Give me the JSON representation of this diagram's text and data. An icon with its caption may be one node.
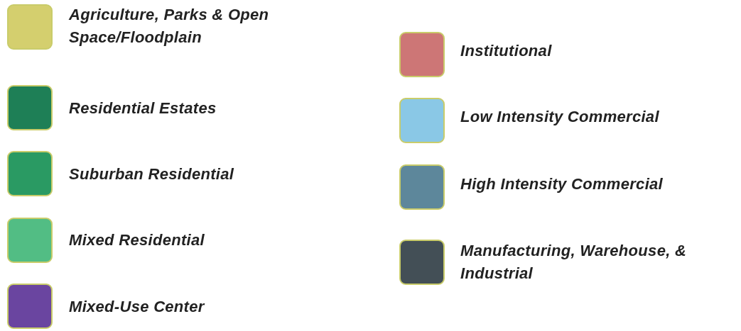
{
  "diagram": {
    "legend": [
      {
        "text": "Agriculture, Parks & Open Space/Floodplain",
        "color": "#d4cf6e"
      },
      {
        "text": "Residential Estates",
        "color": "#1e7f56"
      },
      {
        "text": "Suburban Residential",
        "color": "#2a9a63"
      },
      {
        "text": "Mixed Residential",
        "color": "#52bd84"
      },
      {
        "text": "Mixed-Use Center",
        "color": "#6a45a0"
      },
      {
        "text": "Institutional",
        "color": "#cd7676"
      },
      {
        "text": "Low Intensity Commercial",
        "color": "#8ac8e6"
      },
      {
        "text": "High Intensity Commercial",
        "color": "#5d879b"
      },
      {
        "text": "Manufacturing, Warehouse, & Industrial",
        "color": "#434f56"
      }
    ]
  }
}
